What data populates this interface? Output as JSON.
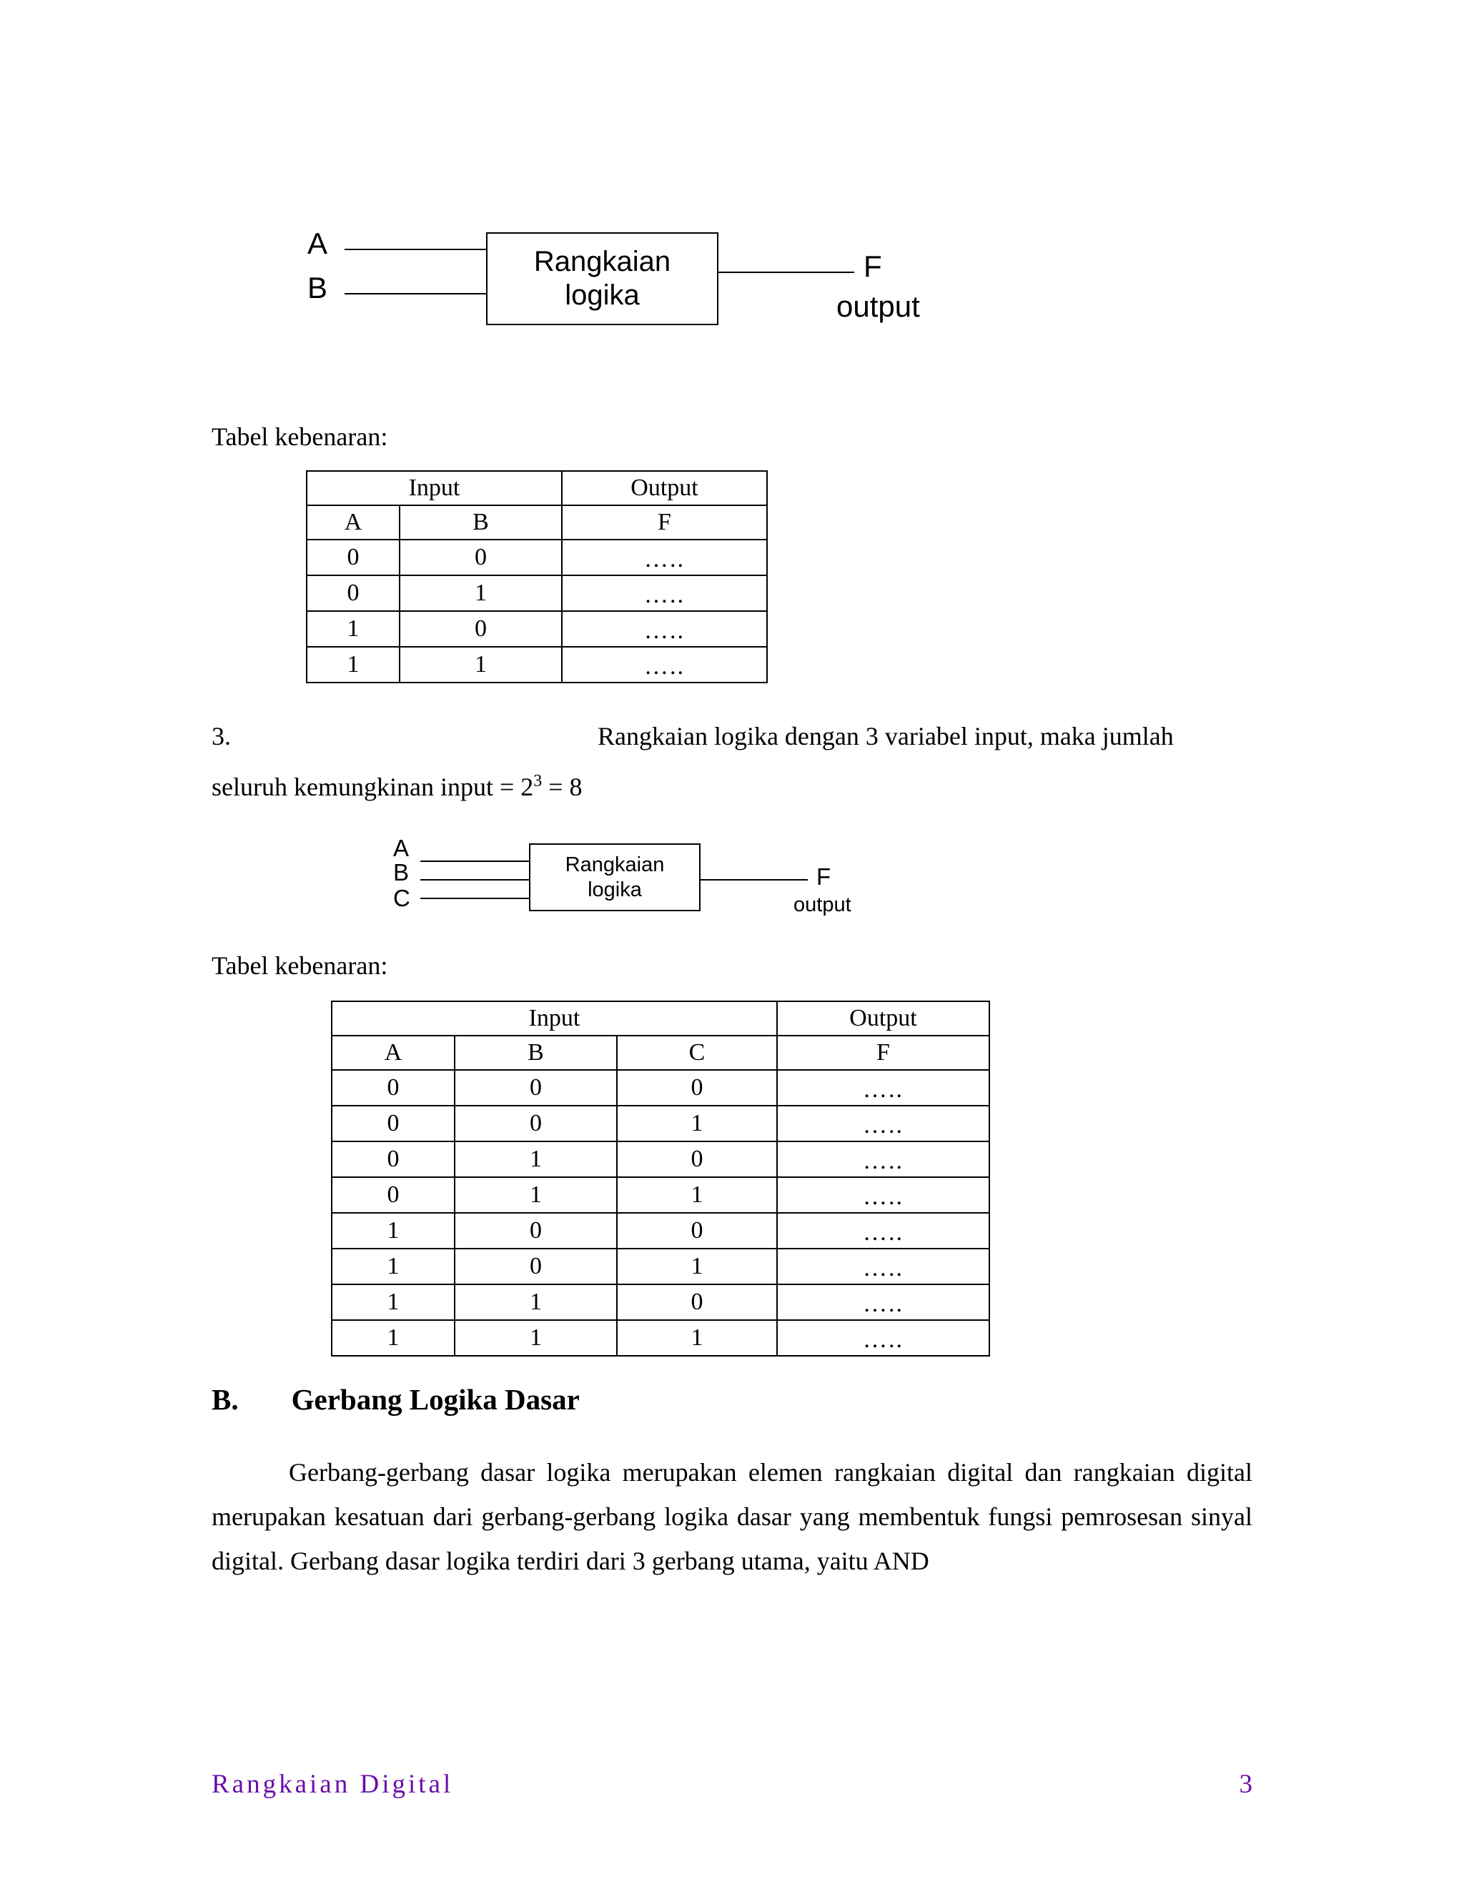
{
  "document": {
    "page_number": "3",
    "footer_title": "Rangkaian Digital",
    "footer_color": "#6A0DAD"
  },
  "diagram_2input": {
    "box_line1": "Rangkaian",
    "box_line2": "logika",
    "input_a": "A",
    "input_b": "B",
    "output_label": "F",
    "output_sub": "output"
  },
  "diagram_3input": {
    "box_line1": "Rangkaian",
    "box_line2": "logika",
    "input_a": "A",
    "input_b": "B",
    "input_c": "C",
    "output_label": "F",
    "output_sub": "output"
  },
  "labels": {
    "tabel_kebenaran_1": "Tabel kebenaran:",
    "tabel_kebenaran_2": "Tabel kebenaran:"
  },
  "item3": {
    "number": "3.",
    "text": "Rangkaian logika dengan 3 variabel input, maka jumlah",
    "line2_prefix": "seluruh kemungkinan input = 2",
    "line2_sup": "3",
    "line2_suffix": " = 8"
  },
  "table_2input": {
    "group_input": "Input",
    "group_output": "Output",
    "columns": [
      "A",
      "B",
      "F"
    ],
    "rows": [
      [
        "0",
        "0",
        "….."
      ],
      [
        "0",
        "1",
        "….."
      ],
      [
        "1",
        "0",
        "….."
      ],
      [
        "1",
        "1",
        "….."
      ]
    ]
  },
  "table_3input": {
    "group_input": "Input",
    "group_output": "Output",
    "columns": [
      "A",
      "B",
      "C",
      "F"
    ],
    "rows": [
      [
        "0",
        "0",
        "0",
        "….."
      ],
      [
        "0",
        "0",
        "1",
        "….."
      ],
      [
        "0",
        "1",
        "0",
        "….."
      ],
      [
        "0",
        "1",
        "1",
        "….."
      ],
      [
        "1",
        "0",
        "0",
        "….."
      ],
      [
        "1",
        "0",
        "1",
        "….."
      ],
      [
        "1",
        "1",
        "0",
        "….."
      ],
      [
        "1",
        "1",
        "1",
        "….."
      ]
    ]
  },
  "section_b": {
    "letter": "B.",
    "title": "Gerbang Logika Dasar",
    "paragraph": "Gerbang-gerbang dasar logika merupakan elemen rangkaian digital dan rangkaian digital merupakan kesatuan dari gerbang-gerbang logika dasar yang membentuk fungsi pemrosesan sinyal digital. Gerbang dasar logika terdiri dari 3 gerbang utama, yaitu AND"
  }
}
